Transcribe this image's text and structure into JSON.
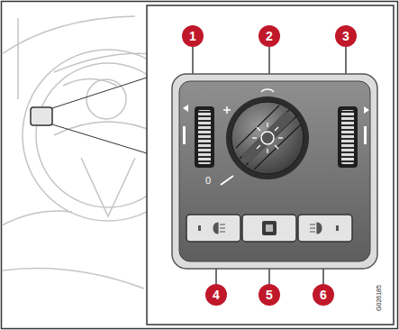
{
  "diagram": {
    "nodes": [
      {
        "text": [
          "1"
        ]
      },
      {
        "text": [
          "2"
        ]
      },
      {
        "text": [
          "3"
        ]
      },
      {
        "text": [
          "4"
        ]
      },
      {
        "text": [
          "5"
        ]
      },
      {
        "text": [
          "6"
        ]
      }
    ],
    "labels": [
      "0",
      "G026185"
    ]
  }
}
